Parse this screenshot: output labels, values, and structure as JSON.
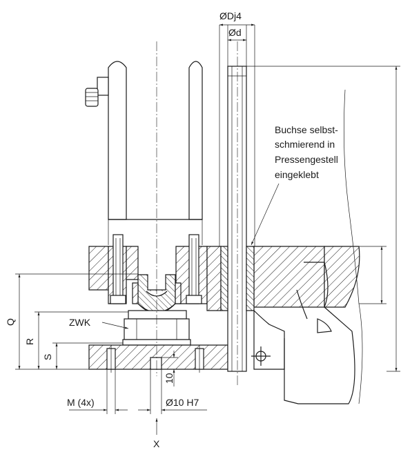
{
  "labels": {
    "dj4": "ØDj4",
    "d": "Ød",
    "bushing_line1": "Buchse selbst-",
    "bushing_line2": "schmierend in",
    "bushing_line3": "Pressengestell",
    "bushing_line4": "eingeklebt",
    "zwk": "ZWK",
    "q": "Q",
    "r": "R",
    "s": "S",
    "m4x": "M (4x)",
    "dim10": "10",
    "bore": "Ø10 H7",
    "x": "X"
  }
}
